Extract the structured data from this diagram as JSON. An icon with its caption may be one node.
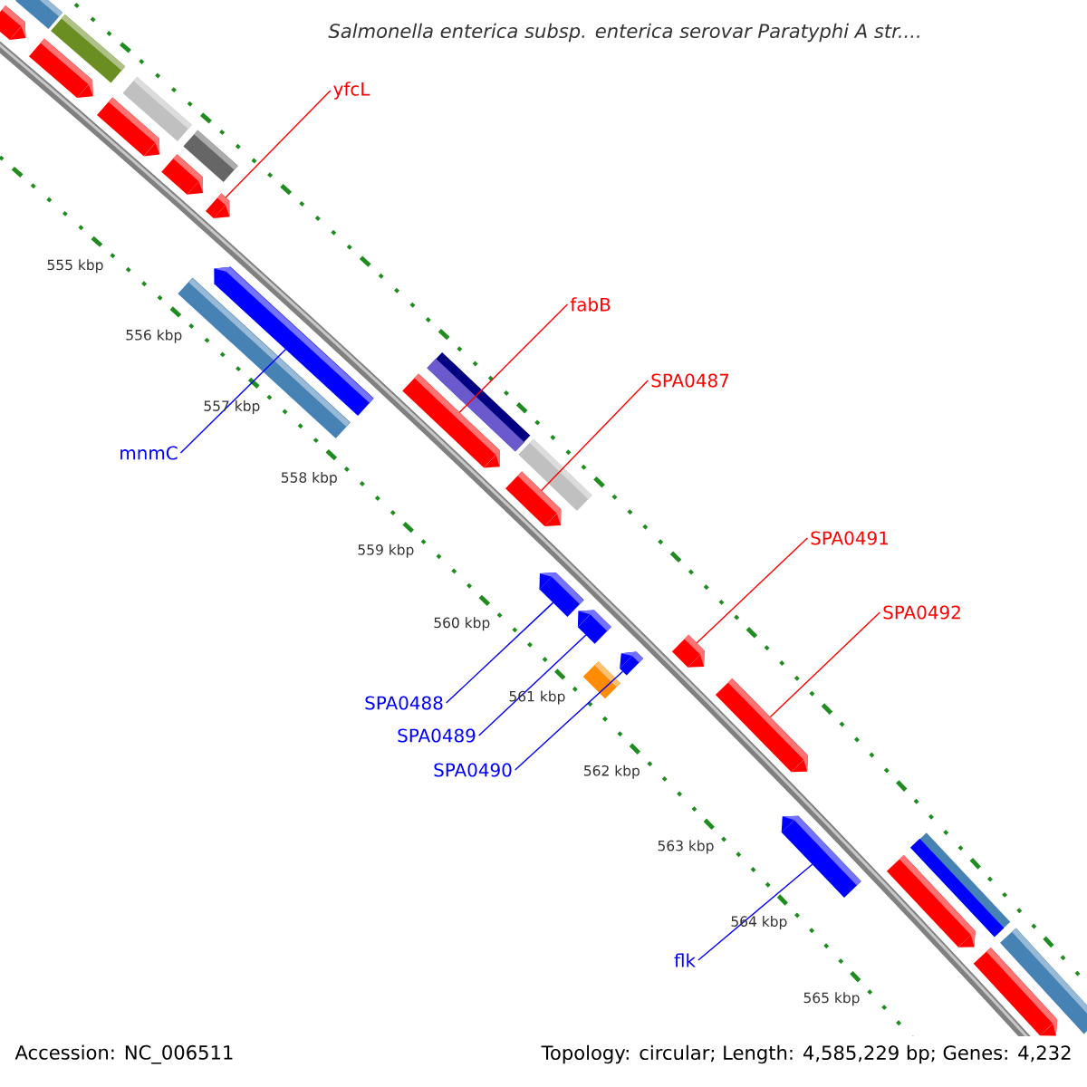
{
  "diagram": {
    "title": "Salmonella enterica subsp. enterica serovar Paratyphi A str....",
    "nodes": [
      {
        "text": [
          "yfcL"
        ]
      },
      {
        "text": [
          "fabB"
        ]
      },
      {
        "text": [
          "SPA0487"
        ]
      },
      {
        "text": [
          "mnmC"
        ]
      },
      {
        "text": [
          "SPA0491"
        ]
      },
      {
        "text": [
          "SPA0492"
        ]
      },
      {
        "text": [
          "SPA0488"
        ]
      },
      {
        "text": [
          "SPA0489"
        ]
      },
      {
        "text": [
          "SPA0490"
        ]
      },
      {
        "text": [
          "flk"
        ]
      },
      {
        "text": [],
        "shape": "bar"
      },
      {
        "text": [],
        "shape": "bar"
      },
      {
        "text": [],
        "shape": "bar"
      },
      {
        "text": [],
        "shape": "bar"
      },
      {
        "text": [],
        "shape": "arrow"
      },
      {
        "text": [],
        "shape": "arrow"
      },
      {
        "text": [],
        "shape": "arrow"
      },
      {
        "text": [],
        "shape": "arrow"
      },
      {
        "text": [],
        "shape": "arrow"
      },
      {
        "text": [],
        "shape": "arrow"
      },
      {
        "text": [],
        "shape": "bar"
      },
      {
        "text": [],
        "shape": "bar"
      },
      {
        "text": [],
        "shape": "bar"
      },
      {
        "text": [],
        "shape": "arrow"
      },
      {
        "text": [],
        "shape": "arrow"
      },
      {
        "text": [],
        "shape": "arrow"
      },
      {
        "text": [],
        "shape": "arrow"
      },
      {
        "text": [],
        "shape": "arrow"
      },
      {
        "text": [],
        "shape": "bar"
      },
      {
        "text": [],
        "shape": "arrow"
      },
      {
        "text": [],
        "shape": "arrow"
      },
      {
        "text": [],
        "shape": "arrow"
      },
      {
        "text": [],
        "shape": "bar"
      },
      {
        "text": [],
        "shape": "bar"
      },
      {
        "text": [],
        "shape": "arrow"
      },
      {
        "text": [],
        "shape": "arrow"
      }
    ],
    "edges": [
      {
        "from": 0,
        "to": 18,
        "arrow": "none"
      },
      {
        "from": 1,
        "to": 23,
        "arrow": "none"
      },
      {
        "from": 2,
        "to": 24,
        "arrow": "none"
      },
      {
        "from": 3,
        "to": 19,
        "arrow": "none",
        "color": "#0000ff"
      },
      {
        "from": 4,
        "to": 29,
        "arrow": "none"
      },
      {
        "from": 5,
        "to": 30,
        "arrow": "none"
      },
      {
        "from": 6,
        "to": 25,
        "arrow": "none",
        "color": "#0000ff"
      },
      {
        "from": 7,
        "to": 26,
        "arrow": "none",
        "color": "#0000ff"
      },
      {
        "from": 8,
        "to": 27,
        "arrow": "none",
        "color": "#0000ff"
      },
      {
        "from": 9,
        "to": 31,
        "arrow": "none",
        "color": "#0000ff"
      }
    ],
    "labels": [
      "555 kbp",
      "556 kbp",
      "557 kbp",
      "558 kbp",
      "559 kbp",
      "560 kbp",
      "561 kbp",
      "562 kbp",
      "563 kbp",
      "564 kbp",
      "565 kbp",
      "Accession: NC_006511",
      "Topology: circular; Length: 4,585,229 bp; Genes: 4,232"
    ]
  }
}
